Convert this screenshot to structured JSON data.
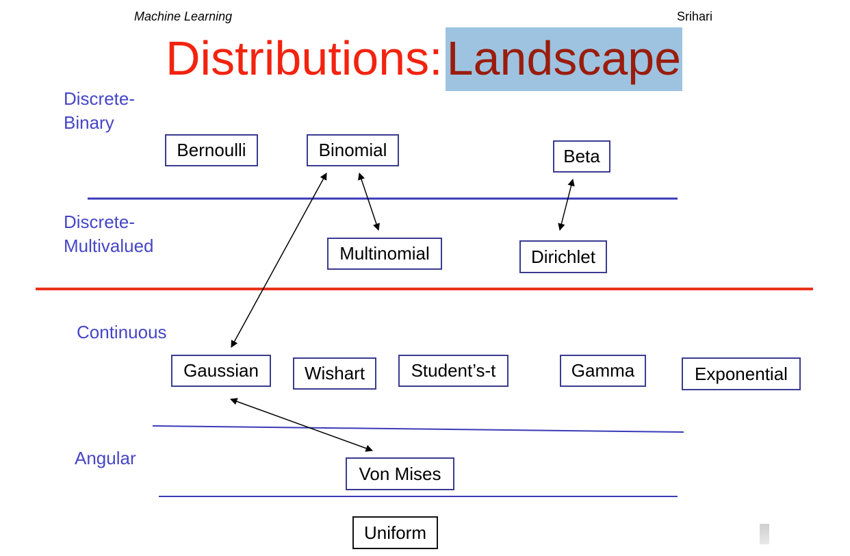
{
  "header": {
    "course": "Machine Learning",
    "author": "Srihari"
  },
  "title": {
    "plain": "Distributions:",
    "highlighted": "Landscape"
  },
  "sections": {
    "discrete_binary": "Discrete-\nBinary",
    "discrete_multivalued": "Discrete-\nMultivalued",
    "continuous": "Continuous",
    "angular": "Angular"
  },
  "distributions": {
    "bernoulli": "Bernoulli",
    "binomial": "Binomial",
    "beta": "Beta",
    "multinomial": "Multinomial",
    "dirichlet": "Dirichlet",
    "gaussian": "Gaussian",
    "wishart": "Wishart",
    "students_t": "Student’s-t",
    "gamma": "Gamma",
    "exponential": "Exponential",
    "von_mises": "Von Mises",
    "uniform": "Uniform"
  },
  "colors": {
    "title": "#f2230f",
    "title_highlight_text": "#9a1c0c",
    "title_highlight_bg": "#9dc3e0",
    "section_label": "#4545c8",
    "divider_blue": "#3a3ab8",
    "divider_red": "#e8321a"
  }
}
